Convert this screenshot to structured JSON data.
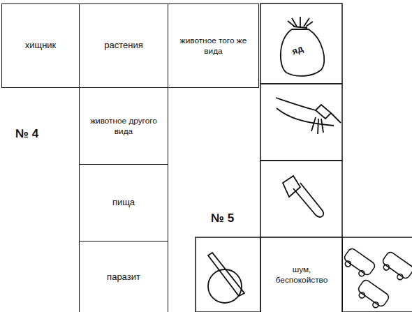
{
  "diagram": {
    "nodes": [
      {
        "text": [
          "хищник"
        ]
      },
      {
        "text": [
          "растения"
        ]
      },
      {
        "text": [
          "животное того же вида"
        ]
      },
      {
        "text": [
          "животное другого вида"
        ]
      },
      {
        "text": [
          "пища"
        ]
      },
      {
        "text": [
          "паразит"
        ]
      },
      {
        "text": [
          "шум, беспокойство"
        ]
      }
    ],
    "labels": [
      "№ 4",
      "№ 5",
      "яд"
    ]
  }
}
